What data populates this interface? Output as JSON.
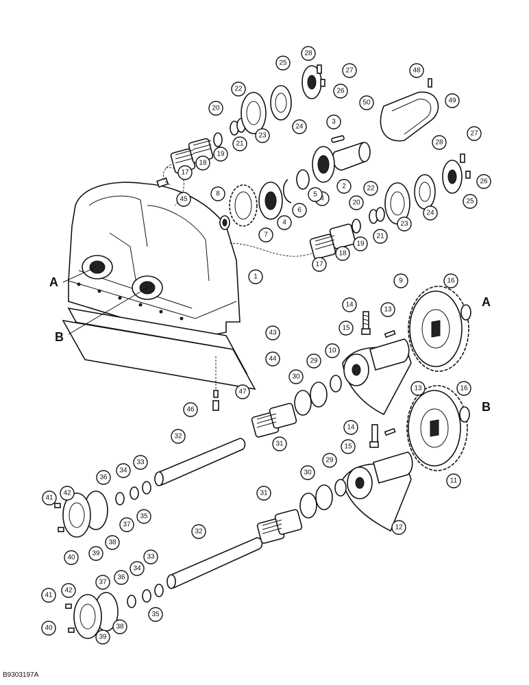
{
  "figure_id": "B9303197A",
  "reference_letters": [
    "A",
    "B"
  ],
  "callouts": [
    "1",
    "2",
    "3",
    "4",
    "5",
    "6",
    "7",
    "8",
    "9",
    "10",
    "11",
    "12",
    "13",
    "14",
    "15",
    "16",
    "17",
    "18",
    "19",
    "20",
    "21",
    "22",
    "23",
    "24",
    "25",
    "26",
    "27",
    "28",
    "29",
    "30",
    "31",
    "32",
    "33",
    "34",
    "35",
    "36",
    "37",
    "38",
    "39",
    "40",
    "41",
    "42",
    "43",
    "44",
    "45",
    "46",
    "47",
    "48",
    "49",
    "50"
  ]
}
